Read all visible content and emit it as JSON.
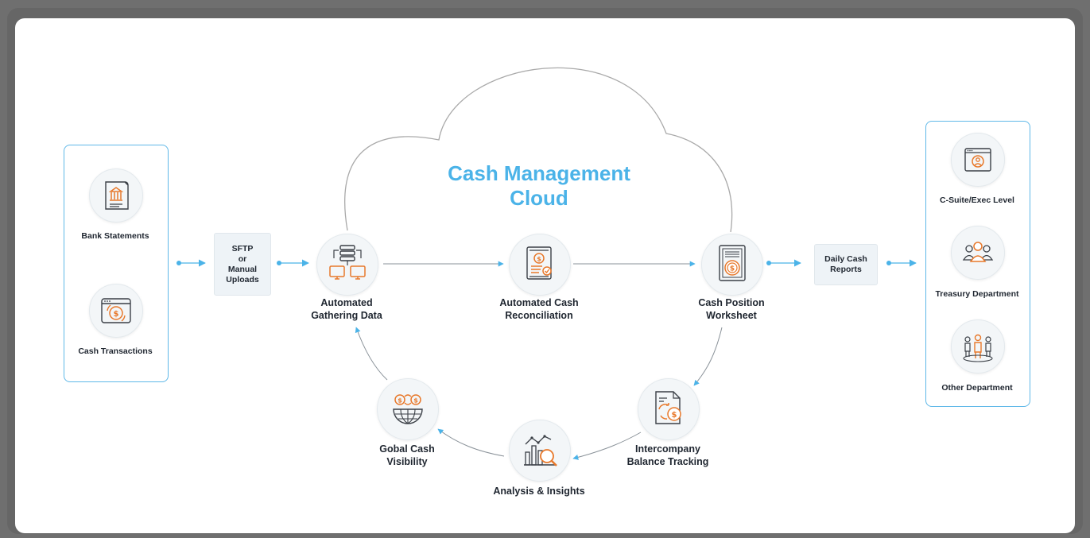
{
  "title": [
    "Cash Management",
    "Cloud"
  ],
  "sources": {
    "bank_statements": "Bank Statements",
    "cash_transactions": "Cash Transactions"
  },
  "transfer_box": [
    "SFTP",
    "or",
    "Manual",
    "Uploads"
  ],
  "report_box": [
    "Daily Cash",
    "Reports"
  ],
  "steps": {
    "gathering": [
      "Automated",
      "Gathering Data"
    ],
    "reconciliation": [
      "Automated Cash",
      "Reconciliation"
    ],
    "worksheet": [
      "Cash Position",
      "Worksheet"
    ],
    "intercompany": [
      "Intercompany",
      "Balance Tracking"
    ],
    "analysis": "Analysis & Insights",
    "visibility": [
      "Gobal Cash",
      "Visibility"
    ]
  },
  "audiences": {
    "csuite": "C-Suite/Exec Level",
    "treasury": "Treasury Department",
    "other": "Other Department"
  },
  "colors": {
    "accent": "#4bb3e8",
    "icon": "#e8782a",
    "line": "#3a3f46"
  }
}
